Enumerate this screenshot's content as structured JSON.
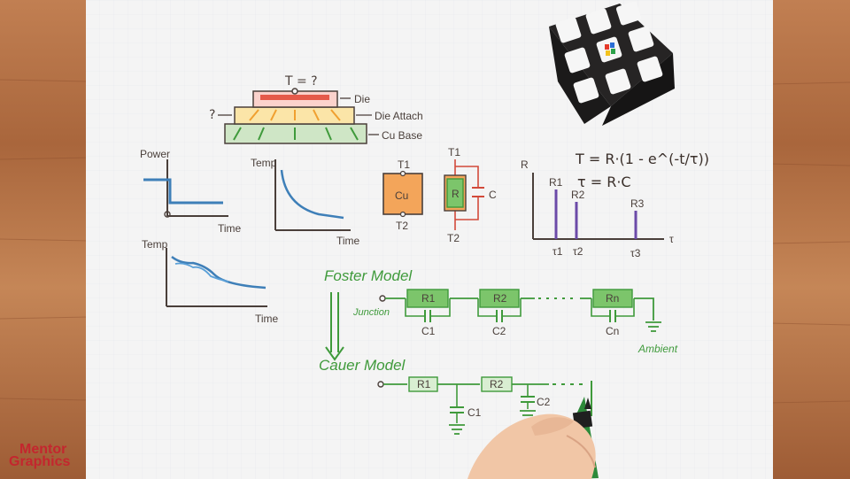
{
  "stack": {
    "temp_query": "T = ?",
    "left_query": "?",
    "die": "Die",
    "die_attach": "Die Attach",
    "cu_base": "Cu Base"
  },
  "graphs": {
    "power": {
      "ylabel": "Power",
      "xlabel": "Time"
    },
    "temp_decay": {
      "ylabel": "Temp",
      "xlabel": "Time"
    },
    "temp_steps": {
      "ylabel": "Temp",
      "xlabel": "Time"
    }
  },
  "cu_block": {
    "label": "Cu",
    "top": "T1",
    "bottom": "T2"
  },
  "rc_block": {
    "r": "R",
    "c": "C",
    "top": "T1",
    "bottom": "T2"
  },
  "equations": {
    "line1": "T = R·(1 - e^(-t/τ))",
    "line2": "τ = R·C"
  },
  "spectrum": {
    "ylabel": "R",
    "xlabel": "τ",
    "peaks": [
      {
        "label": "R1",
        "tau": "τ1"
      },
      {
        "label": "R2",
        "tau": "τ2"
      },
      {
        "label": "R3",
        "tau": "τ3"
      }
    ]
  },
  "foster": {
    "title": "Foster Model",
    "junction": "Junction",
    "resistors": [
      "R1",
      "R2",
      "Rn"
    ],
    "capacitors": [
      "C1",
      "C2",
      "Cn"
    ],
    "ambient": "Ambient"
  },
  "cauer": {
    "title": "Cauer Model",
    "resistors": [
      "R1",
      "R2"
    ],
    "capacitors": [
      "C1",
      "C2"
    ]
  },
  "logo": {
    "line1": "Mentor",
    "line2": "Graphics"
  },
  "colors": {
    "paper": "#f4f4f4",
    "wood": "#b8754a",
    "ink": "#5a4a44",
    "green": "#3f9a3b",
    "blue": "#3e7fb8",
    "purple": "#6b4aa8",
    "orange": "#f0a04a",
    "red": "#d24a3a",
    "logo_red": "#c4262e"
  }
}
